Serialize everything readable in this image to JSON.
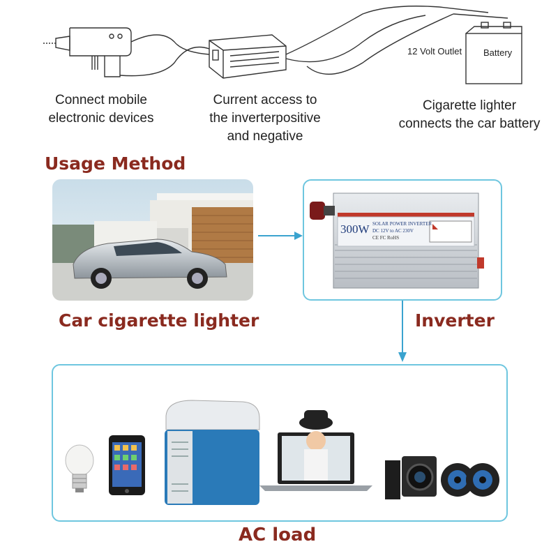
{
  "sketch": {
    "outlet_label": "12 Volt Outlet",
    "battery_label": "Battery",
    "caption_devices": "Connect mobile\nelectronic devices",
    "caption_current": "Current access to\nthe inverterpositive\nand negative",
    "caption_lighter": "Cigarette lighter\nconnects the car battery"
  },
  "usage": {
    "title": "Usage Method",
    "car_label": "Car cigarette lighter",
    "inverter_label": "Inverter",
    "ac_label": "AC load"
  },
  "inverter_product": {
    "wattage": "300W",
    "line1": "SOLAR POWER INVERTER",
    "line2": "DC 12V to AC 230V",
    "line3": "CE FC RoHS"
  },
  "load_devices": [
    "bulb-icon",
    "phone-icon",
    "cooler-icon",
    "laptop-icon",
    "camera-icon",
    "speakers-icon"
  ],
  "colors": {
    "accent_frame": "#6ec6df",
    "heading_red": "#8a2a1f",
    "arrow_blue": "#3aa3cf"
  }
}
